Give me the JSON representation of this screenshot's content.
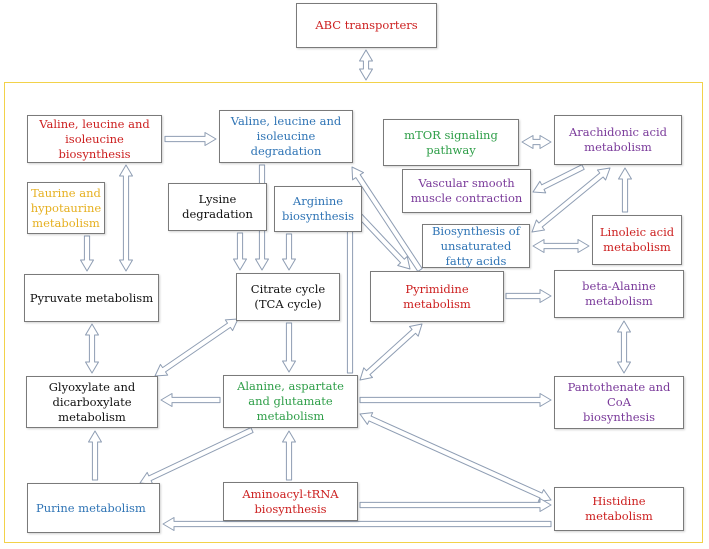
{
  "colors": {
    "red": "#cc1f1f",
    "blue": "#2f74b5",
    "green": "#2e9e48",
    "purple": "#7a3a9a",
    "yellow": "#e6b020",
    "black": "#111111",
    "frame": "#f2d24a",
    "arrow_fill": "#ffffff",
    "arrow_stroke": "#8e9db3"
  },
  "nodes": {
    "abc_transporters": {
      "label": "ABC transporters",
      "color": "red"
    },
    "valine_biosynthesis": {
      "label": "Valine, leucine and\nisoleucine\nbiosynthesis",
      "color": "red"
    },
    "valine_degradation": {
      "label": "Valine, leucine and\nisoleucine\ndegradation",
      "color": "blue"
    },
    "mtor_signaling": {
      "label": "mTOR signaling\npathway",
      "color": "green"
    },
    "arachidonic_acid": {
      "label": "Arachidonic acid\nmetabolism",
      "color": "purple"
    },
    "vascular_smooth_muscle": {
      "label": "Vascular smooth\nmuscle contraction",
      "color": "purple"
    },
    "taurine_hypotaurine": {
      "label": "Taurine and\nhypotaurine\nmetabolism",
      "color": "yellow"
    },
    "lysine_degradation": {
      "label": "Lysine\ndegradation",
      "color": "black"
    },
    "arginine_biosynthesis": {
      "label": "Arginine\nbiosynthesis",
      "color": "blue"
    },
    "unsaturated_fatty_acids": {
      "label": "Biosynthesis of\nunsaturated\nfatty acids",
      "color": "blue"
    },
    "linoleic_acid": {
      "label": "Linoleic acid\nmetabolism",
      "color": "red"
    },
    "pyruvate": {
      "label": "Pyruvate metabolism",
      "color": "black"
    },
    "citrate_cycle": {
      "label": "Citrate cycle\n(TCA cycle)",
      "color": "black"
    },
    "pyrimidine": {
      "label": "Pyrimidine metabolism",
      "color": "red"
    },
    "beta_alanine": {
      "label": "beta-Alanine\nmetabolism",
      "color": "purple"
    },
    "glyoxylate": {
      "label": "Glyoxylate and\ndicarboxylate\nmetabolism",
      "color": "black"
    },
    "alanine_aspartate_glutamate": {
      "label": "Alanine, aspartate\nand glutamate\nmetabolism",
      "color": "green"
    },
    "pantothenate_coa": {
      "label": "Pantothenate and CoA\nbiosynthesis",
      "color": "purple"
    },
    "purine": {
      "label": "Purine metabolism",
      "color": "blue"
    },
    "aminoacyl_trna": {
      "label": "Aminoacyl-tRNA\nbiosynthesis",
      "color": "red"
    },
    "histidine": {
      "label": "Histidine metabolism",
      "color": "red"
    }
  },
  "edges": [
    {
      "from": "abc_transporters",
      "to": "frame",
      "bidirectional": true
    },
    {
      "from": "valine_biosynthesis",
      "to": "valine_degradation",
      "bidirectional": false
    },
    {
      "from": "valine_biosynthesis",
      "to": "pyruvate",
      "bidirectional": true
    },
    {
      "from": "taurine_hypotaurine",
      "to": "pyruvate",
      "bidirectional": false
    },
    {
      "from": "lysine_degradation",
      "to": "citrate_cycle",
      "bidirectional": false
    },
    {
      "from": "valine_degradation",
      "to": "citrate_cycle",
      "bidirectional": false
    },
    {
      "from": "arginine_biosynthesis",
      "to": "citrate_cycle",
      "bidirectional": false
    },
    {
      "from": "arginine_biosynthesis",
      "to": "pyrimidine",
      "bidirectional": false
    },
    {
      "from": "pyrimidine",
      "to": "valine_degradation",
      "bidirectional": false
    },
    {
      "from": "mtor_signaling",
      "to": "arachidonic_acid",
      "bidirectional": true
    },
    {
      "from": "arachidonic_acid",
      "to": "vascular_smooth_muscle",
      "bidirectional": false
    },
    {
      "from": "unsaturated_fatty_acids",
      "to": "arachidonic_acid",
      "bidirectional": true
    },
    {
      "from": "linoleic_acid",
      "to": "arachidonic_acid",
      "bidirectional": false
    },
    {
      "from": "unsaturated_fatty_acids",
      "to": "linoleic_acid",
      "bidirectional": true
    },
    {
      "from": "pyrimidine",
      "to": "beta_alanine",
      "bidirectional": false
    },
    {
      "from": "beta_alanine",
      "to": "pantothenate_coa",
      "bidirectional": true
    },
    {
      "from": "pyruvate",
      "to": "glyoxylate",
      "bidirectional": true
    },
    {
      "from": "citrate_cycle",
      "to": "alanine_aspartate_glutamate",
      "bidirectional": false
    },
    {
      "from": "glyoxylate",
      "to": "citrate_cycle",
      "bidirectional": true
    },
    {
      "from": "alanine_aspartate_glutamate",
      "to": "glyoxylate",
      "bidirectional": false
    },
    {
      "from": "alanine_aspartate_glutamate",
      "to": "pyrimidine",
      "bidirectional": true
    },
    {
      "from": "alanine_aspartate_glutamate",
      "to": "arginine_biosynthesis",
      "bidirectional": false
    },
    {
      "from": "alanine_aspartate_glutamate",
      "to": "pantothenate_coa",
      "bidirectional": false
    },
    {
      "from": "alanine_aspartate_glutamate",
      "to": "purine",
      "bidirectional": false
    },
    {
      "from": "alanine_aspartate_glutamate",
      "to": "histidine",
      "bidirectional": true
    },
    {
      "from": "aminoacyl_trna",
      "to": "alanine_aspartate_glutamate",
      "bidirectional": false
    },
    {
      "from": "aminoacyl_trna",
      "to": "histidine",
      "bidirectional": false
    },
    {
      "from": "purine",
      "to": "glyoxylate",
      "bidirectional": false
    },
    {
      "from": "histidine",
      "to": "purine",
      "bidirectional": false
    }
  ]
}
